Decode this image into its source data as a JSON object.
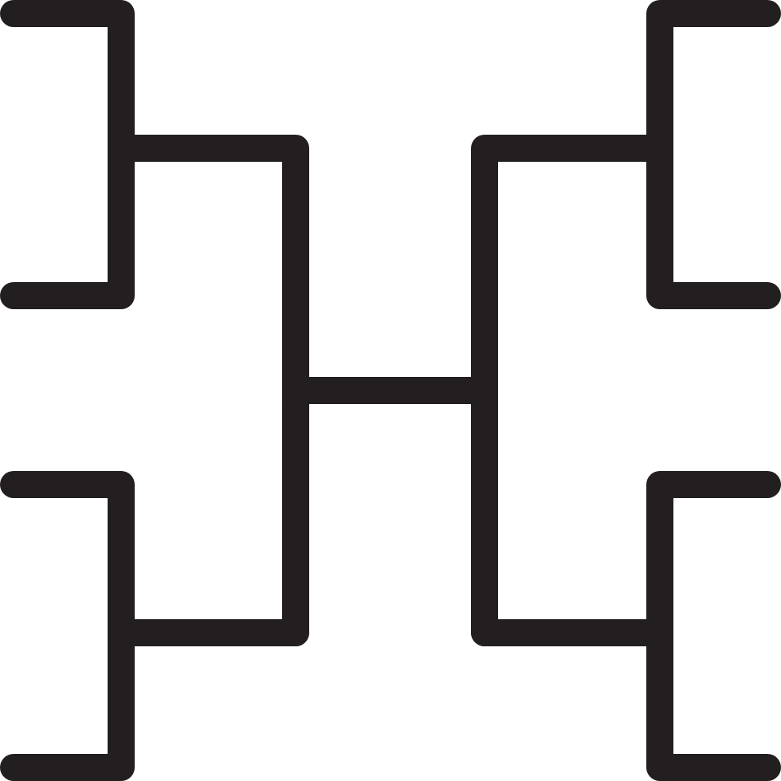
{
  "icon": {
    "name": "tournament-bracket-icon",
    "stroke_color": "#231f20",
    "background_color": "#ffffff",
    "left_bracket": {
      "slots": 4,
      "rounds": 2
    },
    "right_bracket": {
      "slots": 4,
      "rounds": 2
    },
    "final_connector": true
  }
}
